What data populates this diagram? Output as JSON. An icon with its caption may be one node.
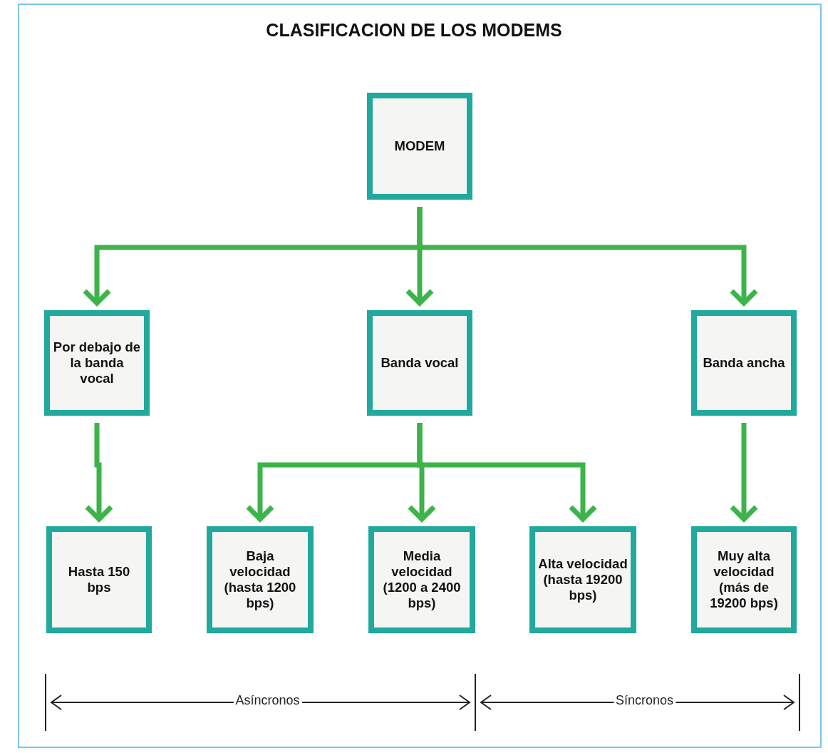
{
  "diagram": {
    "title": "CLASIFICACION DE LOS MODEMS",
    "nodes": [
      {
        "text": [
          "MODEM"
        ]
      },
      {
        "text": [
          "Por debajo de la banda vocal"
        ]
      },
      {
        "text": [
          "Banda vocal"
        ]
      },
      {
        "text": [
          "Banda ancha"
        ]
      },
      {
        "text": [
          "Hasta 150 bps"
        ]
      },
      {
        "text": [
          "Baja velocidad (hasta 1200 bps)"
        ]
      },
      {
        "text": [
          "Media velocidad (1200 a 2400 bps)"
        ]
      },
      {
        "text": [
          "Alta velocidad (hasta 19200 bps)"
        ]
      },
      {
        "text": [
          "Muy alta velocidad (más de 19200 bps)"
        ]
      }
    ],
    "edges": [
      {
        "from": 0,
        "to": 1,
        "arrow": "to"
      },
      {
        "from": 0,
        "to": 2,
        "arrow": "to"
      },
      {
        "from": 0,
        "to": 3,
        "arrow": "to"
      },
      {
        "from": 1,
        "to": 4,
        "arrow": "to"
      },
      {
        "from": 2,
        "to": 5,
        "arrow": "to"
      },
      {
        "from": 2,
        "to": 6,
        "arrow": "to"
      },
      {
        "from": 2,
        "to": 7,
        "arrow": "to"
      },
      {
        "from": 3,
        "to": 8,
        "arrow": "to"
      }
    ],
    "labels": [
      "Asíncronos",
      "Síncronos"
    ]
  }
}
